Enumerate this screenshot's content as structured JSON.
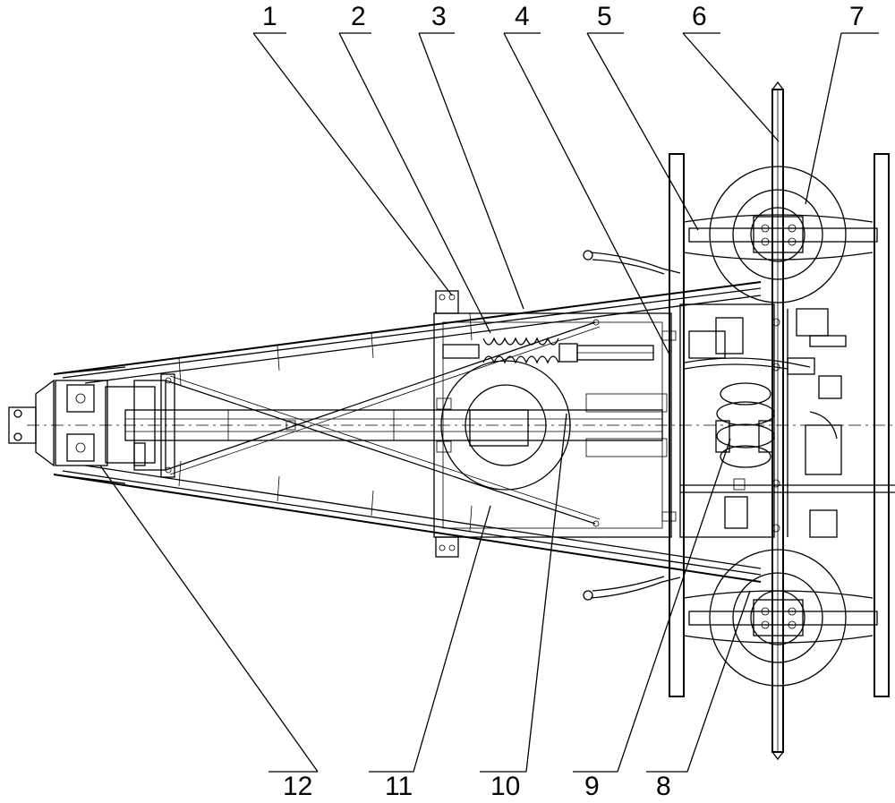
{
  "callouts": {
    "top": [
      "1",
      "2",
      "3",
      "4",
      "5",
      "6",
      "7"
    ],
    "bottom": [
      "12",
      "11",
      "10",
      "9",
      "8"
    ]
  }
}
